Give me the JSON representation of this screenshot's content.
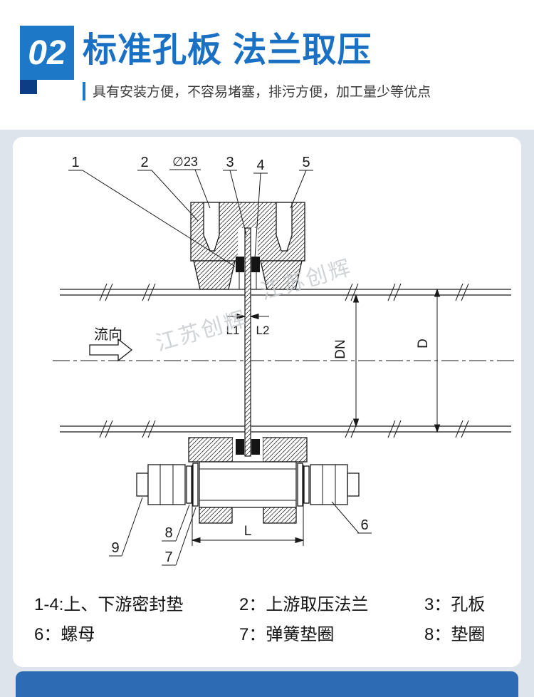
{
  "header": {
    "badge": "02",
    "title": "标准孔板 法兰取压",
    "subtitle": "具有安装方便，不容易堵塞，排污方便，加工量少等优点"
  },
  "diagram": {
    "watermark": "江苏创辉",
    "flow": "流向",
    "callouts": {
      "c1": "1",
      "c2": "2",
      "c3": "3",
      "c4": "4",
      "c5": "5",
      "c6": "6",
      "c7": "7",
      "c8": "8",
      "c9": "9"
    },
    "dims": {
      "d23": "∅23",
      "l1": "L1",
      "l2": "L2",
      "dn": "DN",
      "d": "D",
      "l": "L"
    }
  },
  "legend": {
    "row1": [
      "1-4:上、下游密封垫",
      "2：上游取压法兰",
      "3：孔板"
    ],
    "row2": [
      "6：螺母",
      "7：弹簧垫圈",
      "8：垫圈"
    ]
  },
  "colors": {
    "accent_blue": "#1e78c8",
    "title_blue": "#1a70c2",
    "bar_blue": "#2d6cb4",
    "page_bg": "#dde4eb"
  }
}
